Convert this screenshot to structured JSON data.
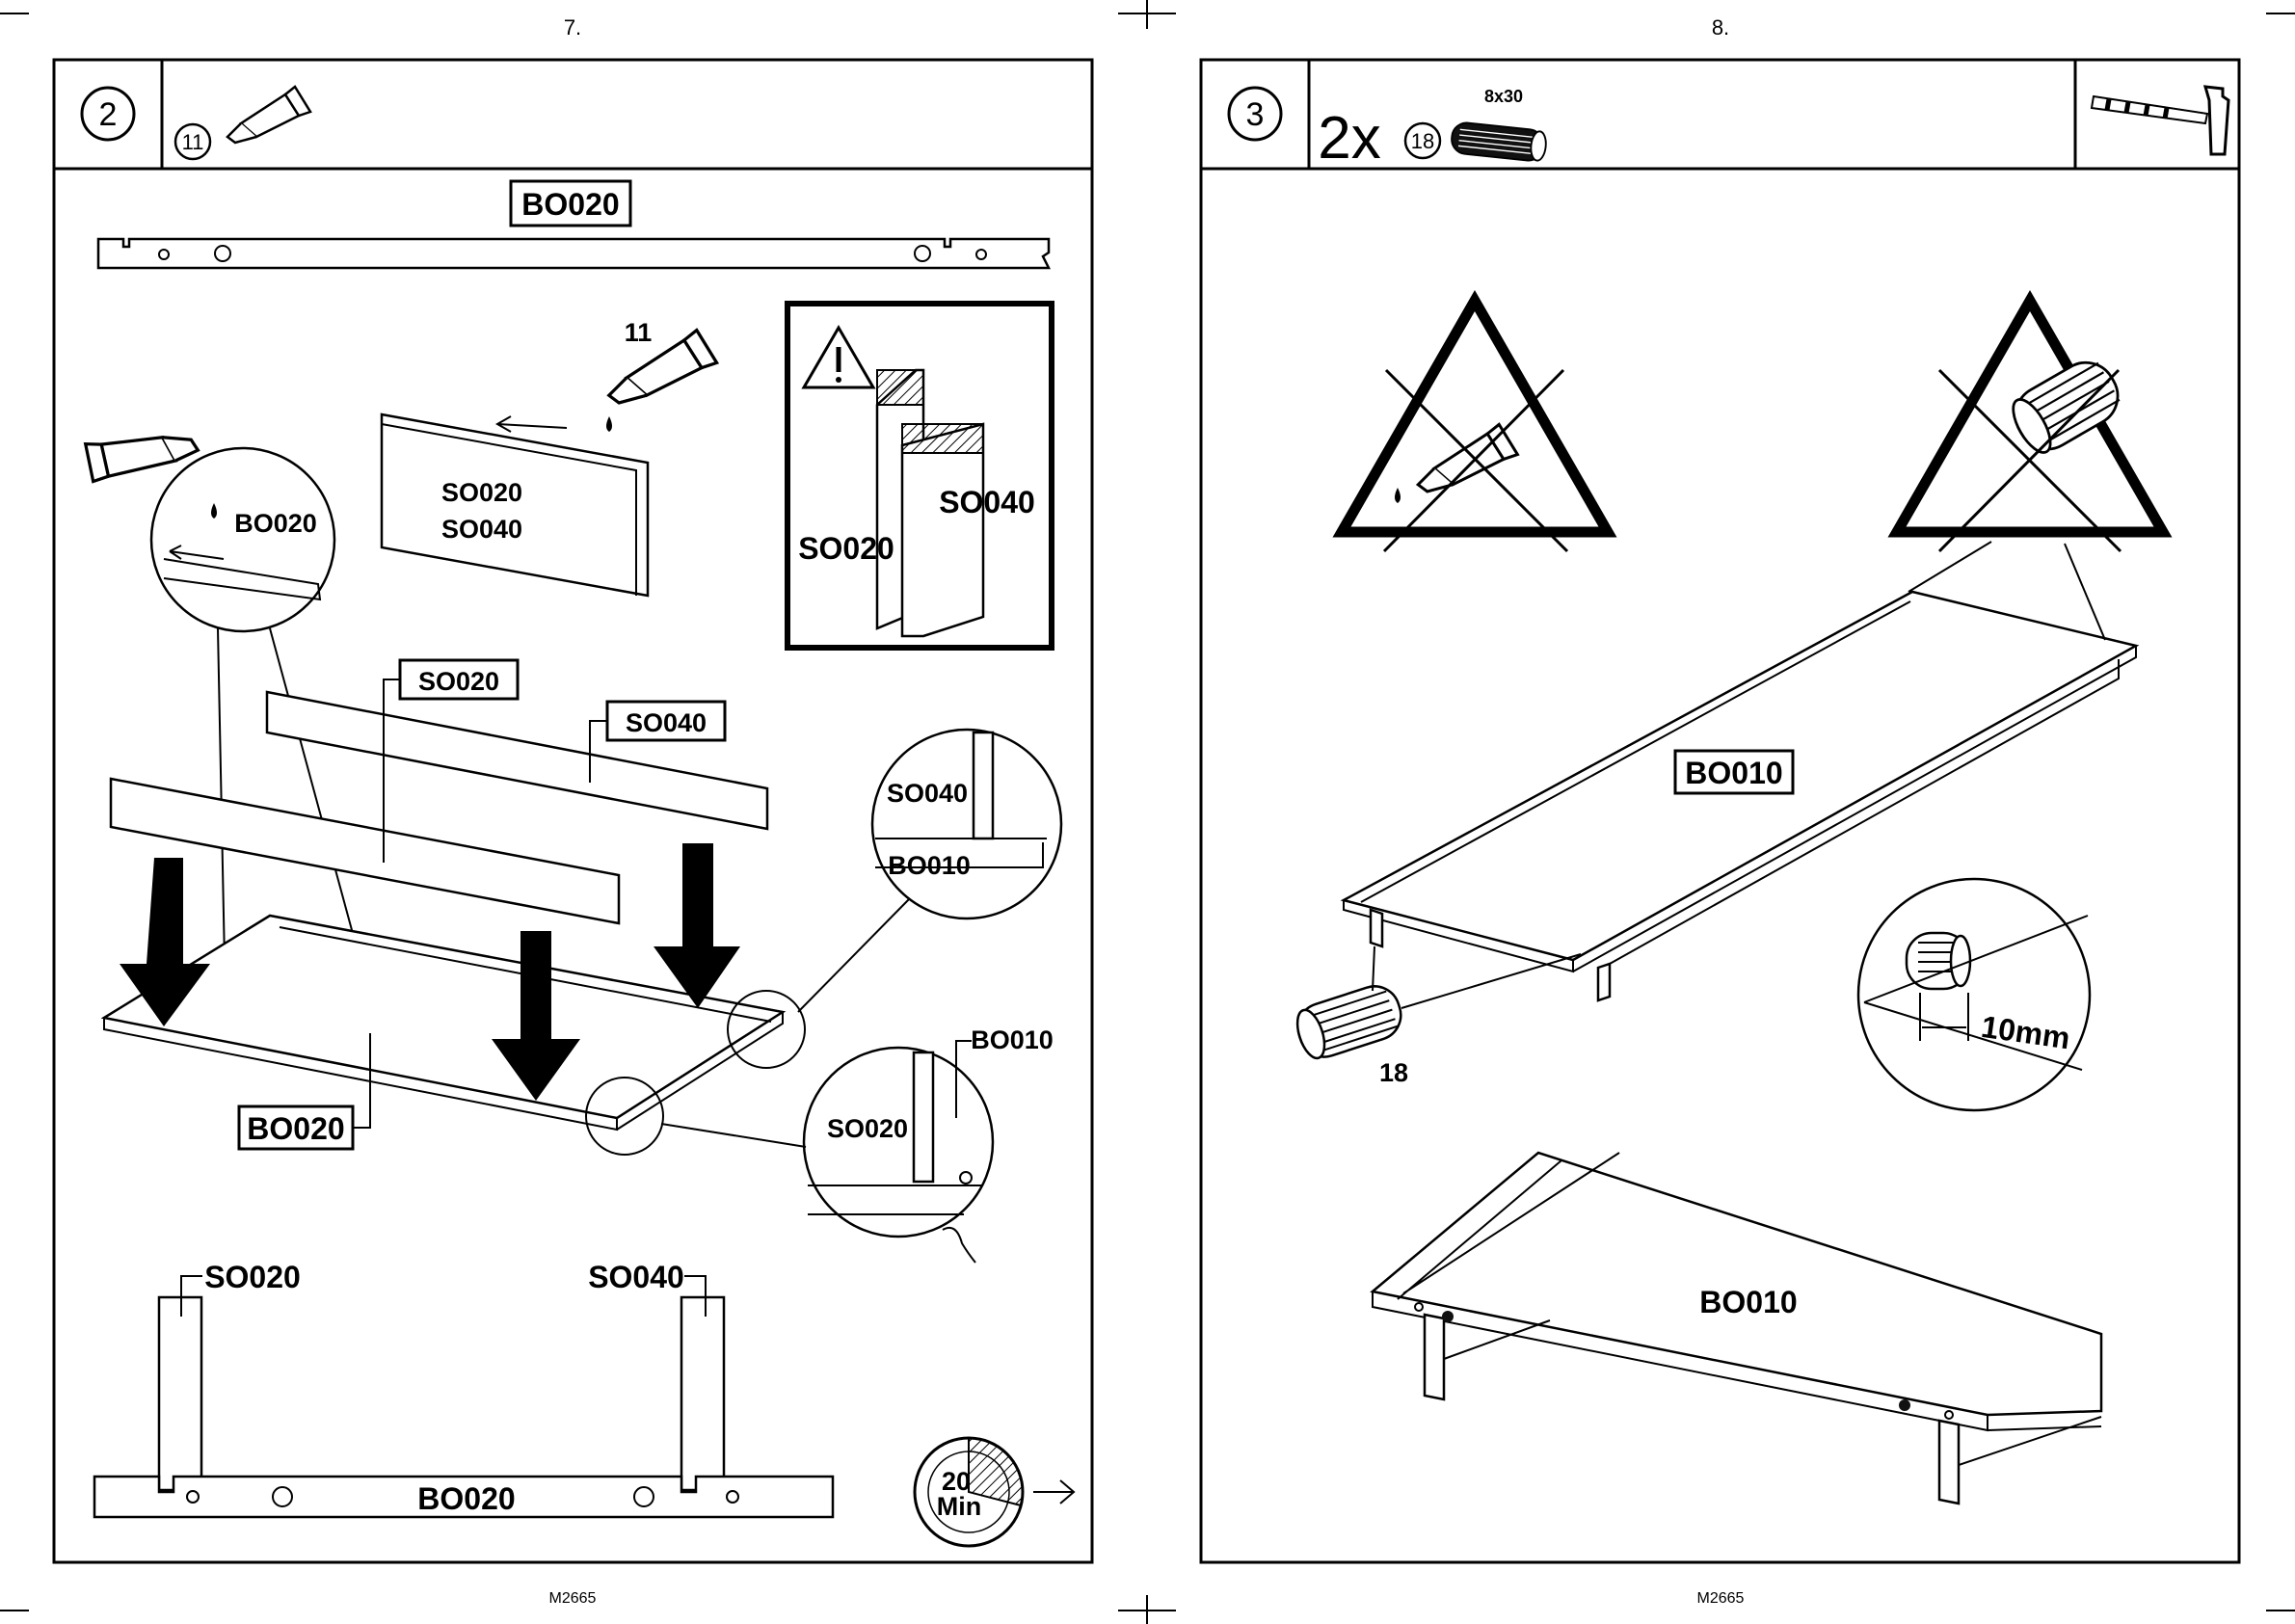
{
  "page_left": {
    "page_number": "7.",
    "step_number": "2",
    "part_ref": "11",
    "footer": "M2665",
    "labels": {
      "top_board": "BO020",
      "glue_num": "11",
      "rail_1": "SO020",
      "rail_2": "SO040",
      "zoom_board": "BO020",
      "warn_a": "SO020",
      "warn_b": "SO040",
      "box_so020": "SO020",
      "box_so040": "SO040",
      "base_board": "BO020",
      "circle_so040": "SO040",
      "circle_bo010": "BO010",
      "circle2_so020": "SO020",
      "circle2_bo010": "BO010",
      "bottom_so020": "SO020",
      "bottom_so040": "SO040",
      "bottom_bo020": "BO020",
      "timer_value": "20",
      "timer_unit": "Min"
    }
  },
  "page_right": {
    "page_number": "8.",
    "step_number": "3",
    "quantity": "2x",
    "part_ref": "18",
    "dowel_size": "8x30",
    "footer": "M2665",
    "labels": {
      "main_board": "BO010",
      "dowel_num": "18",
      "depth": "10mm",
      "bottom_board": "BO010"
    }
  },
  "icons": [
    "glue-tube-icon",
    "dowel-icon",
    "hammer-icon",
    "warning-icon",
    "timer-icon",
    "arrow-right-icon"
  ]
}
